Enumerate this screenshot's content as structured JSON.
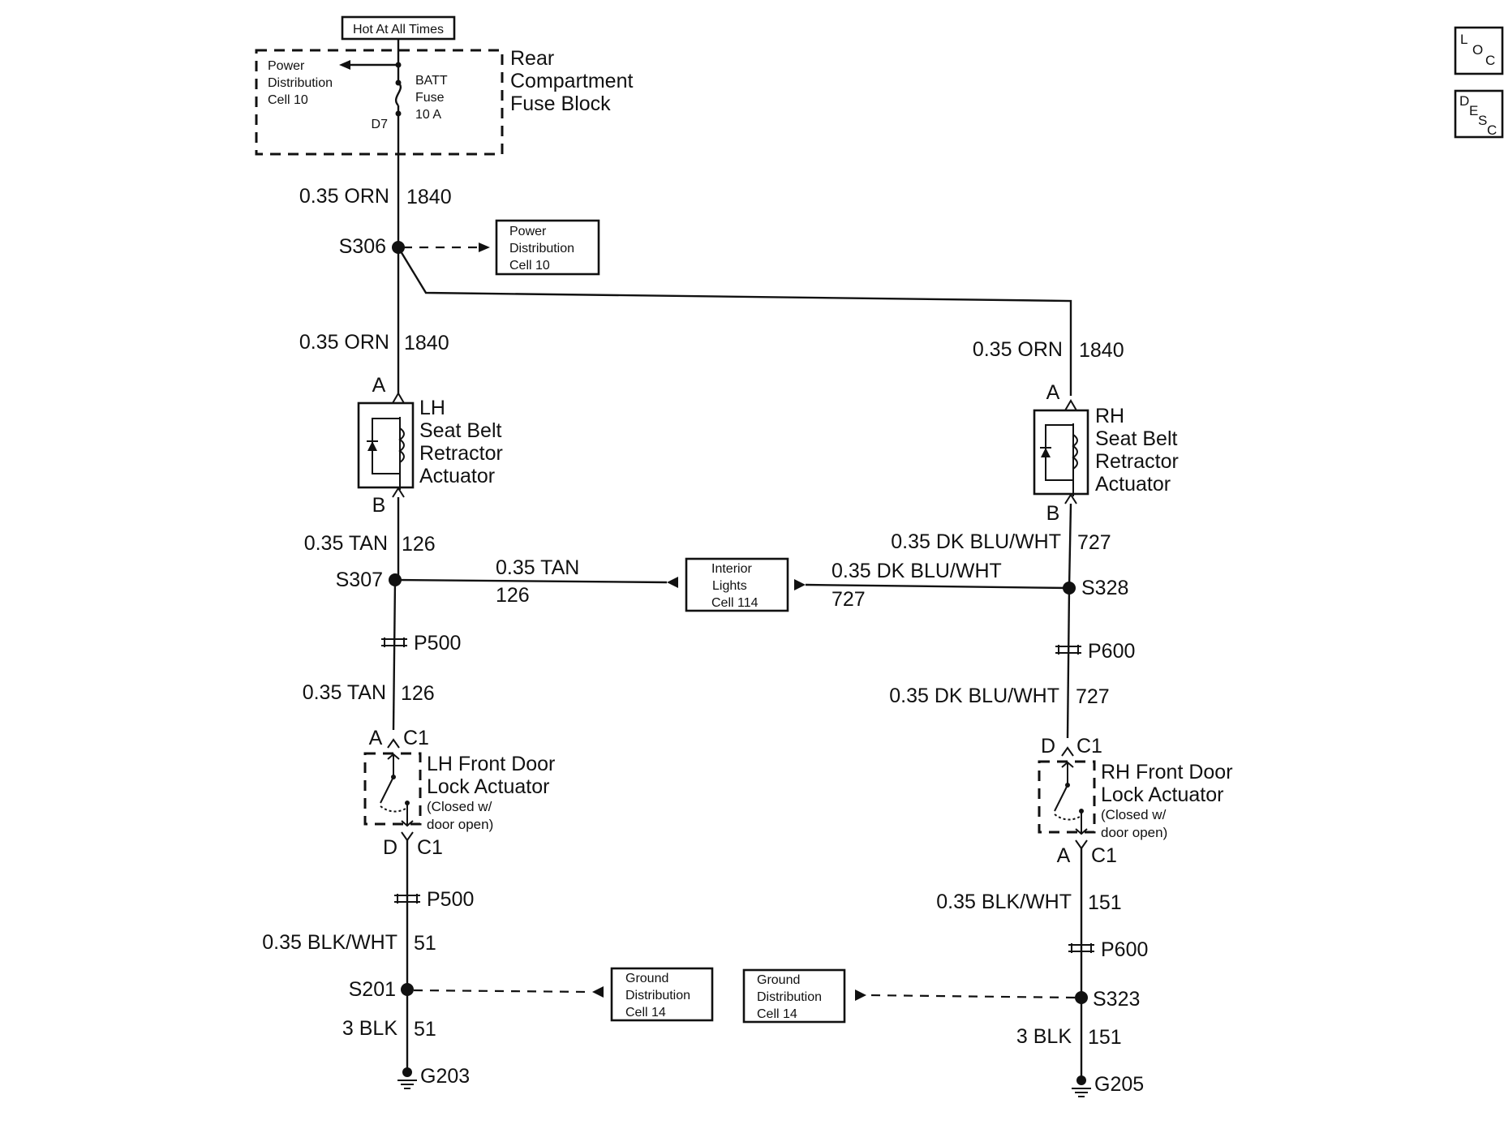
{
  "top": {
    "hot_label": "Hot At All Times",
    "fuse_block_title": [
      "Rear",
      "Compartment",
      "Fuse Block"
    ],
    "power_dist_inner": [
      "Power",
      "Distribution",
      "Cell 10"
    ],
    "fuse": [
      "BATT",
      "Fuse",
      "10 A"
    ],
    "fuse_pin": "D7"
  },
  "ref_boxes": {
    "power_dist": [
      "Power",
      "Distribution",
      "Cell 10"
    ],
    "interior_lights": [
      "Interior",
      "Lights",
      "Cell 114"
    ],
    "ground_dist_left": [
      "Ground",
      "Distribution",
      "Cell 14"
    ],
    "ground_dist_right": [
      "Ground",
      "Distribution",
      "Cell 14"
    ]
  },
  "icons": {
    "loc": [
      "L",
      "O",
      "C"
    ],
    "desc": [
      "D",
      "E",
      "S",
      "C"
    ]
  },
  "left": {
    "w1": {
      "wire": "0.35 ORN",
      "circuit": "1840"
    },
    "s306": "S306",
    "w2": {
      "wire": "0.35 ORN",
      "circuit": "1840"
    },
    "pin_a": "A",
    "actuator": [
      "LH",
      "Seat Belt",
      "Retractor",
      "Actuator"
    ],
    "pin_b": "B",
    "w3": {
      "wire": "0.35 TAN",
      "circuit": "126"
    },
    "s307": "S307",
    "p500_top": "P500",
    "w4": {
      "wire": "0.35 TAN",
      "circuit": "126"
    },
    "door_pin_top": "A",
    "door_conn_top": "C1",
    "door": [
      "LH Front Door",
      "Lock Actuator",
      "(Closed w/",
      "door open)"
    ],
    "door_pin_bottom": "D",
    "door_conn_bottom": "C1",
    "p500_bottom": "P500",
    "w5": {
      "wire": "0.35 BLK/WHT",
      "circuit": "51"
    },
    "s201": "S201",
    "w6": {
      "wire": "3 BLK",
      "circuit": "51"
    },
    "ground": "G203"
  },
  "middle": {
    "left_wire": {
      "wire": "0.35 TAN",
      "circuit": "126"
    },
    "right_wire": {
      "wire": "0.35 DK BLU/WHT",
      "circuit": "727"
    }
  },
  "right": {
    "w1": {
      "wire": "0.35 ORN",
      "circuit": "1840"
    },
    "pin_a": "A",
    "actuator": [
      "RH",
      "Seat Belt",
      "Retractor",
      "Actuator"
    ],
    "pin_b": "B",
    "w2": {
      "wire": "0.35 DK BLU/WHT",
      "circuit": "727"
    },
    "s328": "S328",
    "p600_top": "P600",
    "w3": {
      "wire": "0.35 DK BLU/WHT",
      "circuit": "727"
    },
    "door_pin_top": "D",
    "door_conn_top": "C1",
    "door": [
      "RH Front Door",
      "Lock Actuator",
      "(Closed w/",
      "door open)"
    ],
    "door_pin_bottom": "A",
    "door_conn_bottom": "C1",
    "w4": {
      "wire": "0.35 BLK/WHT",
      "circuit": "151"
    },
    "p600_bottom": "P600",
    "s323": "S323",
    "w5": {
      "wire": "3 BLK",
      "circuit": "151"
    },
    "ground": "G205"
  }
}
